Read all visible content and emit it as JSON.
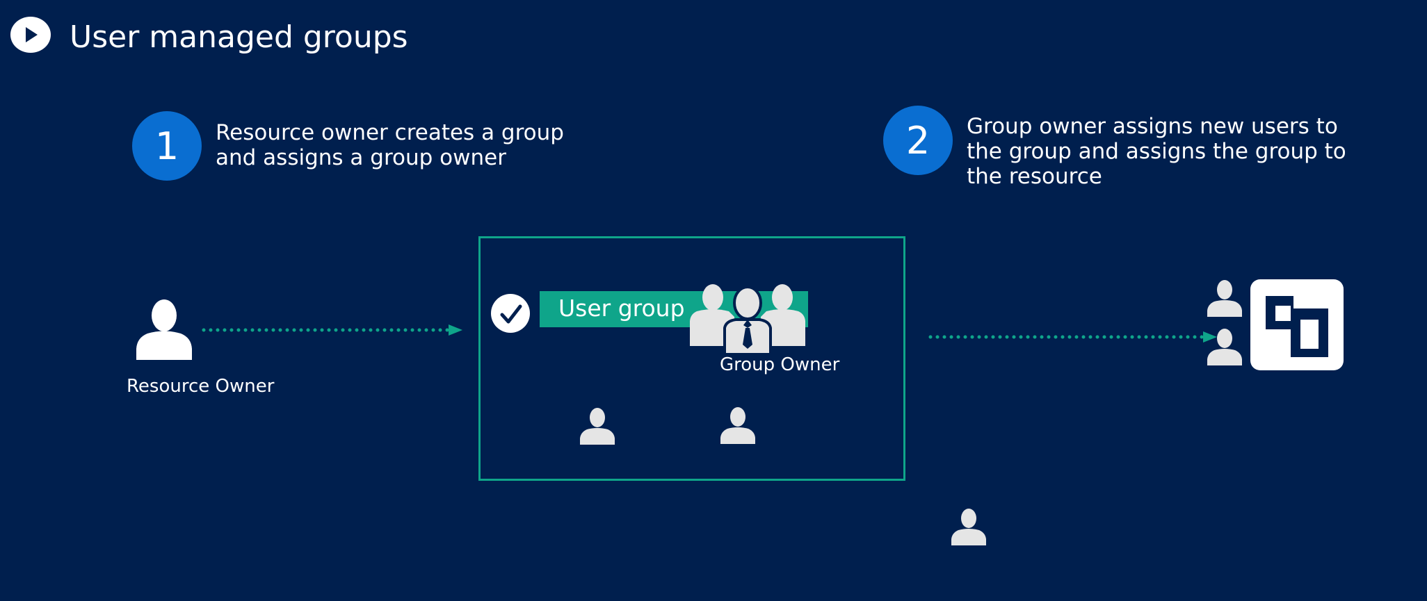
{
  "header": {
    "title": "User managed groups",
    "play_icon": "play-icon"
  },
  "steps": [
    {
      "number": "1",
      "text": "Resource owner creates a group\nand assigns a group owner"
    },
    {
      "number": "2",
      "text": "Group owner assigns new users to\nthe group and assigns the group to\nthe resource"
    }
  ],
  "diagram": {
    "resource_owner_label": "Resource Owner",
    "group_label": "User group",
    "group_owner_label": "Group Owner",
    "icons": {
      "resource_owner": "person-icon",
      "group_owner": "group-owners-icon",
      "group_badge": "checkmark-icon",
      "member": "person-icon",
      "resource": "resource-app-icon"
    }
  },
  "colors": {
    "background": "#001f4e",
    "accent": "#0fa58a",
    "step_circle": "#0a6ed1",
    "user_icon": "#e5e5e5"
  }
}
